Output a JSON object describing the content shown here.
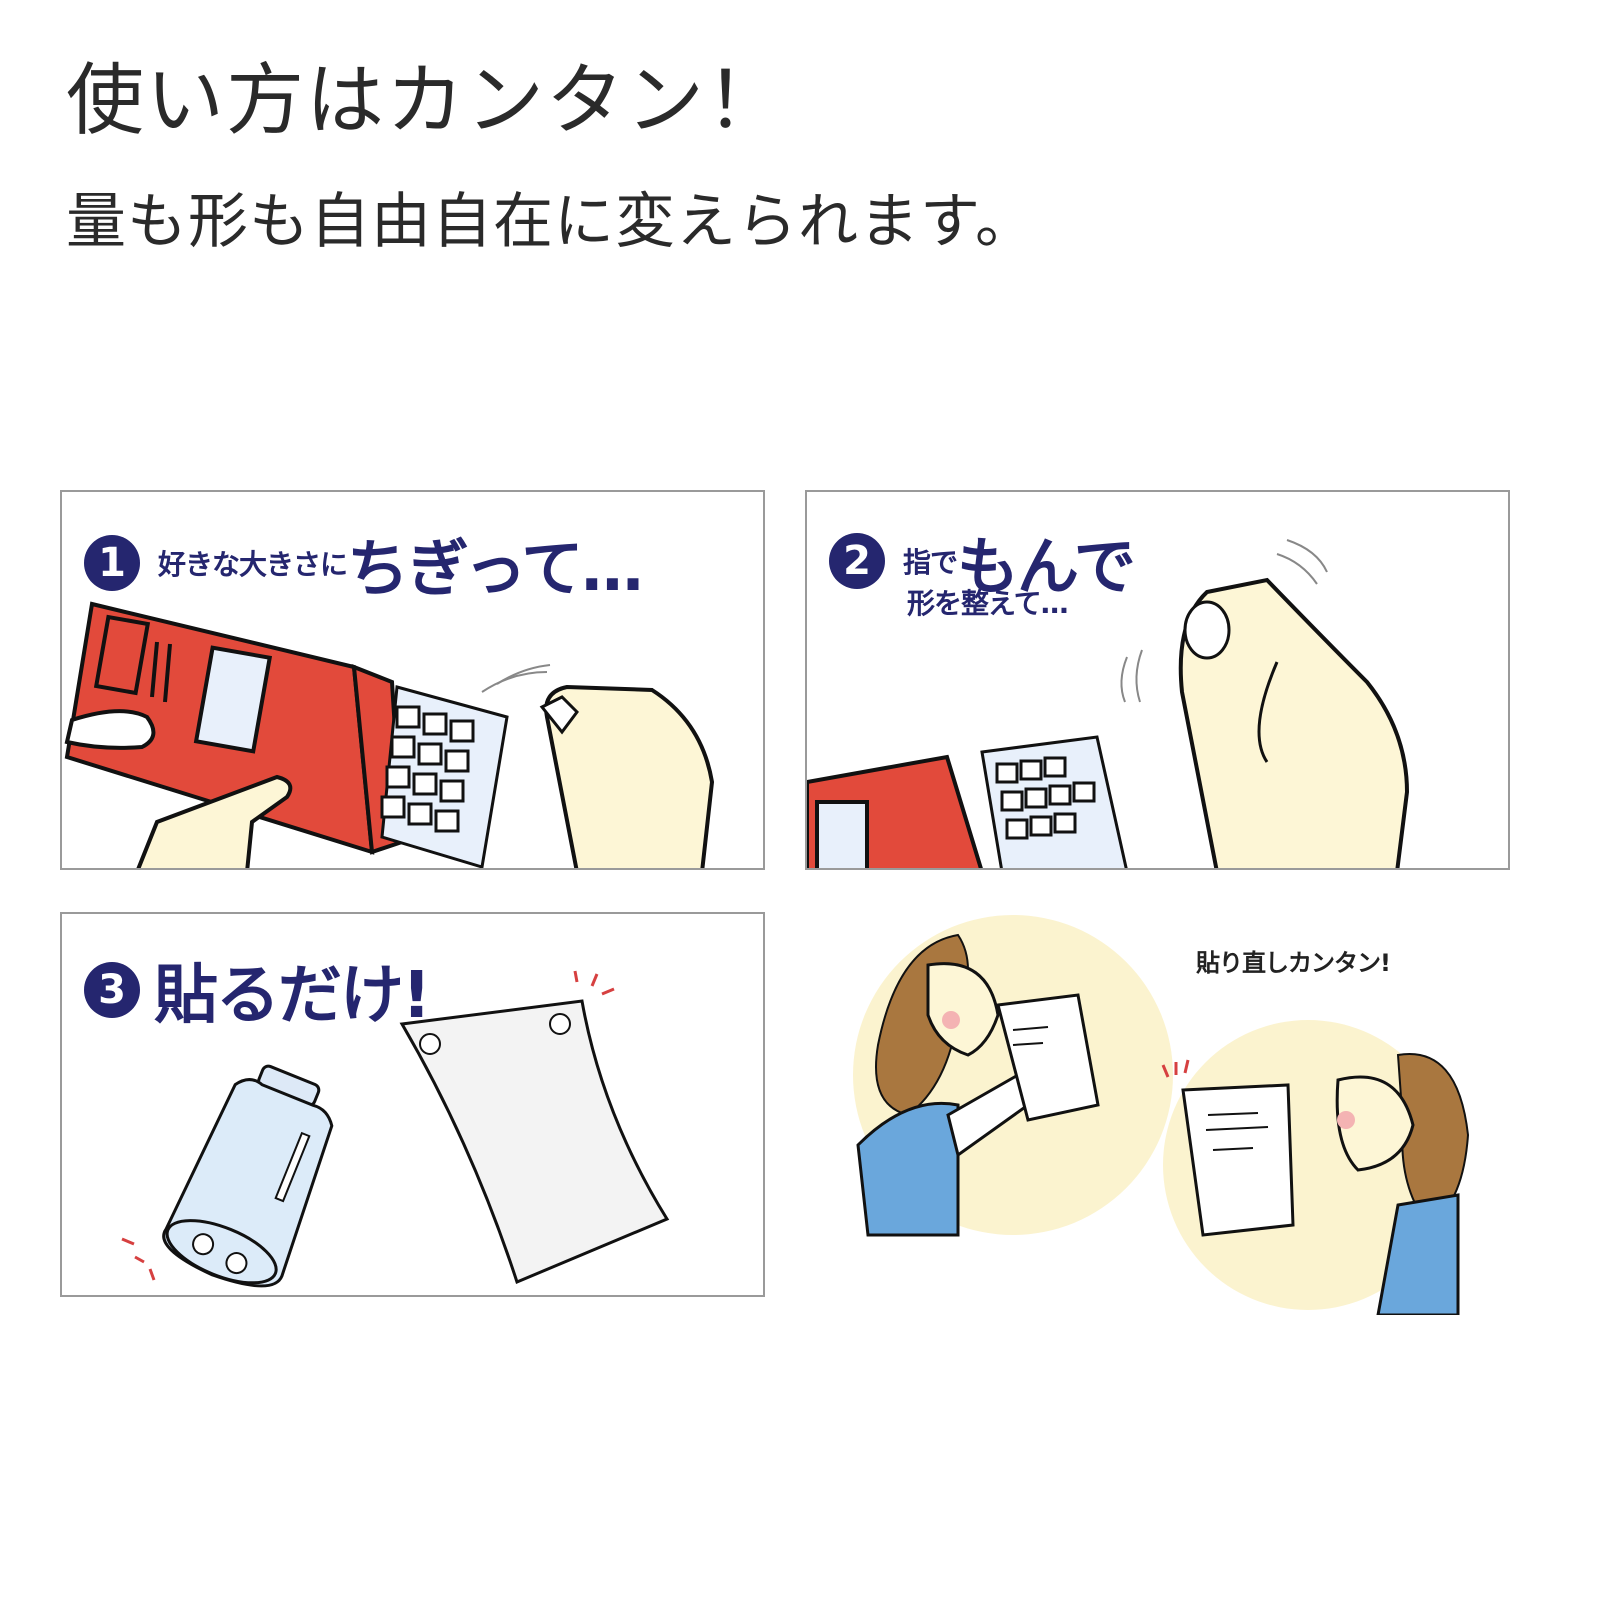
{
  "header": {
    "title": "使い方はカンタン！",
    "subtitle": "量も形も自由自在に変えられます。"
  },
  "steps": [
    {
      "number": "1",
      "lead_text": "好きな大きさに",
      "emphasis_text": "ちぎって…",
      "illustration": "tearing-putty-from-package"
    },
    {
      "number": "2",
      "lead_text": "指で",
      "emphasis_text": "もんで",
      "second_line": "形を整えて…",
      "illustration": "kneading-putty-with-fingers"
    },
    {
      "number": "3",
      "emphasis_text": "貼るだけ!",
      "illustration": "bottle-and-paper-with-putty"
    }
  ],
  "scene": {
    "caption": "貼り直しカンタン!",
    "illustration": "women-repositioning-poster"
  },
  "colors": {
    "accent_navy": "#25266f",
    "package_red": "#e24a3b",
    "skin": "#fdf6d6",
    "circle_bg": "#fbf3cf",
    "shirt_blue": "#6aa7dc",
    "hair_brown": "#a9773f",
    "panel_border": "#9a9a9a",
    "text_gray": "#2a2a2a"
  }
}
